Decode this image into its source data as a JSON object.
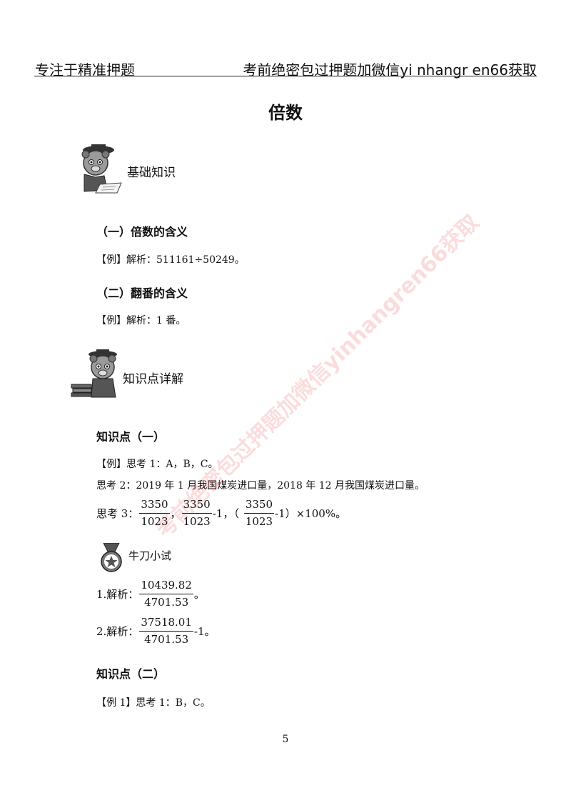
{
  "header": {
    "left": "专注于精准押题",
    "right": "考前绝密包过押题加微信yi nhangr en66获取"
  },
  "title": "倍数",
  "watermark": "考前绝密包过押题加微信yinhangren66获取",
  "sections": {
    "basic": {
      "icon": "cartoon-mascot-icon",
      "label": "基础知识",
      "h1": "（一）倍数的含义",
      "ex1": "【例】解析：511161÷50249。",
      "h2": "（二）翻番的含义",
      "ex2": "【例】解析：1 番。"
    },
    "detail": {
      "icon": "cartoon-mascot-books-icon",
      "label": "知识点详解",
      "kp1": {
        "title": "知识点（一）",
        "line1": "【例】思考 1：A，B，C。",
        "line2": "思考 2：2019 年 1 月我国煤炭进口量，2018 年 12 月我国煤炭进口量。",
        "line3_prefix": "思考 3：",
        "f1_num": "3350",
        "f1_den": "1023",
        "sep1": "，",
        "f2_num": "3350",
        "f2_den": "1023",
        "after_f2": "-1，（",
        "f3_num": "3350",
        "f3_den": "1023",
        "after_f3": "-1）×100%。"
      },
      "trial": {
        "icon": "medal-icon",
        "label": "牛刀小试",
        "q1_prefix": "1.解析：",
        "q1_num": "10439.82",
        "q1_den": "4701.53",
        "q1_suffix": "。",
        "q2_prefix": "2.解析：",
        "q2_num": "37518.01",
        "q2_den": "4701.53",
        "q2_suffix": "-1。"
      },
      "kp2": {
        "title": "知识点（二）",
        "line1": "【例 1】思考 1：B，C。"
      }
    }
  },
  "page_number": "5"
}
